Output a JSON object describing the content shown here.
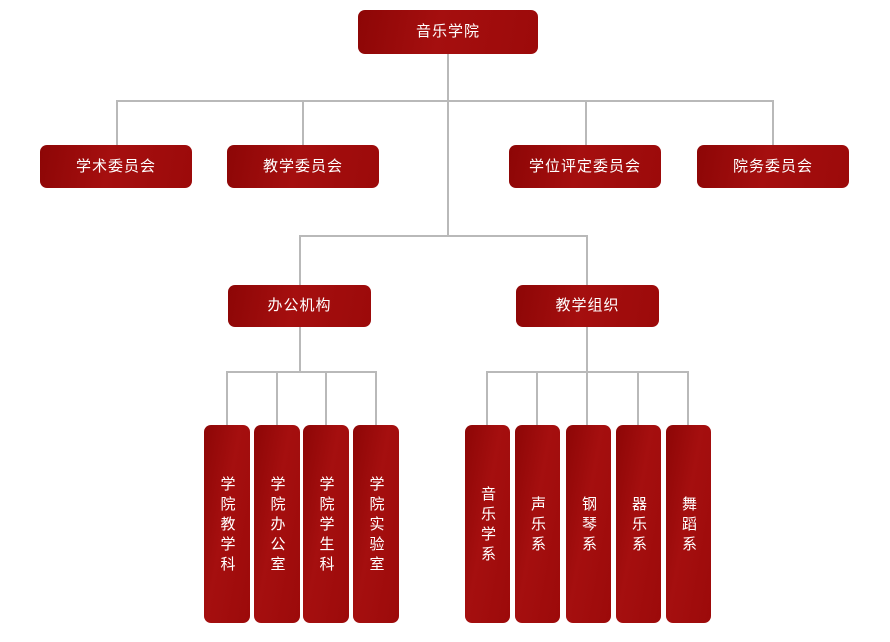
{
  "chart_data": {
    "type": "diagram",
    "diagram_kind": "organization-chart",
    "title": "音乐学院",
    "orientation": "top-down",
    "accent_color": "#990b0b",
    "line_color": "#b9b9b9",
    "background_color": "#ffffff",
    "text_color": "#ffffff",
    "levels": [
      {
        "level": 1,
        "nodes": [
          "音乐学院"
        ]
      },
      {
        "level": 2,
        "nodes": [
          "学术委员会",
          "教学委员会",
          "学位评定委员会",
          "院务委员会"
        ]
      },
      {
        "level": 3,
        "nodes": [
          "办公机构",
          "教学组织"
        ]
      },
      {
        "level": 4,
        "nodes": [
          "学院教学科",
          "学院办公室",
          "学院学生科",
          "学院实验室",
          "音乐学系",
          "声乐系",
          "钢琴系",
          "器乐系",
          "舞蹈系"
        ]
      }
    ],
    "edges": [
      {
        "from": "音乐学院",
        "to": "学术委员会"
      },
      {
        "from": "音乐学院",
        "to": "教学委员会"
      },
      {
        "from": "音乐学院",
        "to": "学位评定委员会"
      },
      {
        "from": "音乐学院",
        "to": "院务委员会"
      },
      {
        "from": "音乐学院",
        "to": "办公机构"
      },
      {
        "from": "音乐学院",
        "to": "教学组织"
      },
      {
        "from": "办公机构",
        "to": "学院教学科"
      },
      {
        "from": "办公机构",
        "to": "学院办公室"
      },
      {
        "from": "办公机构",
        "to": "学院学生科"
      },
      {
        "from": "办公机构",
        "to": "学院实验室"
      },
      {
        "from": "教学组织",
        "to": "音乐学系"
      },
      {
        "from": "教学组织",
        "to": "声乐系"
      },
      {
        "from": "教学组织",
        "to": "钢琴系"
      },
      {
        "from": "教学组织",
        "to": "器乐系"
      },
      {
        "from": "教学组织",
        "to": "舞蹈系"
      }
    ]
  },
  "root": {
    "label": "音乐学院"
  },
  "committees": [
    {
      "label": "学术委员会"
    },
    {
      "label": "教学委员会"
    },
    {
      "label": "学位评定委员会"
    },
    {
      "label": "院务委员会"
    }
  ],
  "divisions": [
    {
      "label": "办公机构"
    },
    {
      "label": "教学组织"
    }
  ],
  "office_units": [
    {
      "label": "学院教学科"
    },
    {
      "label": "学院办公室"
    },
    {
      "label": "学院学生科"
    },
    {
      "label": "学院实验室"
    }
  ],
  "teaching_units": [
    {
      "label": "音乐学系"
    },
    {
      "label": "声乐系"
    },
    {
      "label": "钢琴系"
    },
    {
      "label": "器乐系"
    },
    {
      "label": "舞蹈系"
    }
  ]
}
